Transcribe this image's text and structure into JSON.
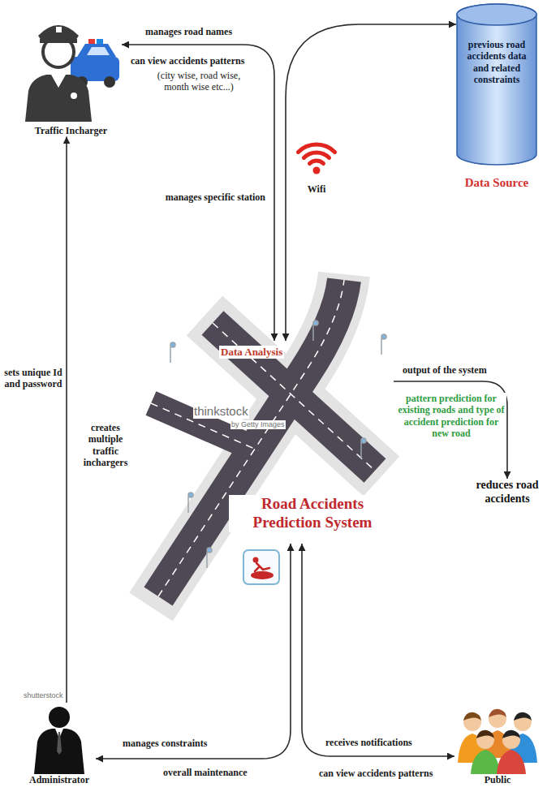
{
  "diagram": {
    "nodes": [
      {
        "text": [
          "Traffic Incharger"
        ]
      },
      {
        "text": [
          "previous road accidents data and related constraints",
          "Data Source"
        ]
      },
      {
        "text": [
          "Data Analysis",
          "Road Accidents Prediction System"
        ]
      },
      {
        "text": [
          "reduces road accidents"
        ]
      },
      {
        "text": [
          "Administrator"
        ]
      },
      {
        "text": [
          "Public"
        ]
      }
    ],
    "edges": [
      {
        "from": 0,
        "to": 2,
        "arrow": "both",
        "label": "manages specific station"
      },
      {
        "from": 1,
        "to": 2,
        "arrow": "both"
      },
      {
        "from": 2,
        "to": 3,
        "arrow": "to",
        "label": "output of the system"
      },
      {
        "from": 4,
        "to": 0,
        "arrow": "to",
        "label": "creates multiple traffic inchargers"
      },
      {
        "from": 4,
        "to": 2,
        "arrow": "both",
        "label": "overall maintenance"
      },
      {
        "from": 5,
        "to": 2,
        "arrow": "both",
        "label": "receives notifications"
      }
    ],
    "labels": [
      "manages road names",
      "can view accidents patterns",
      "(city wise, road wise, month wise etc...)",
      "Wifi",
      "sets unique Id and password",
      "pattern prediction for existing roads and type of accident prediction for new road",
      "thinkstock",
      "by Getty Images",
      "shutterstock",
      "manages constraints",
      "can view accidents patterns"
    ]
  }
}
